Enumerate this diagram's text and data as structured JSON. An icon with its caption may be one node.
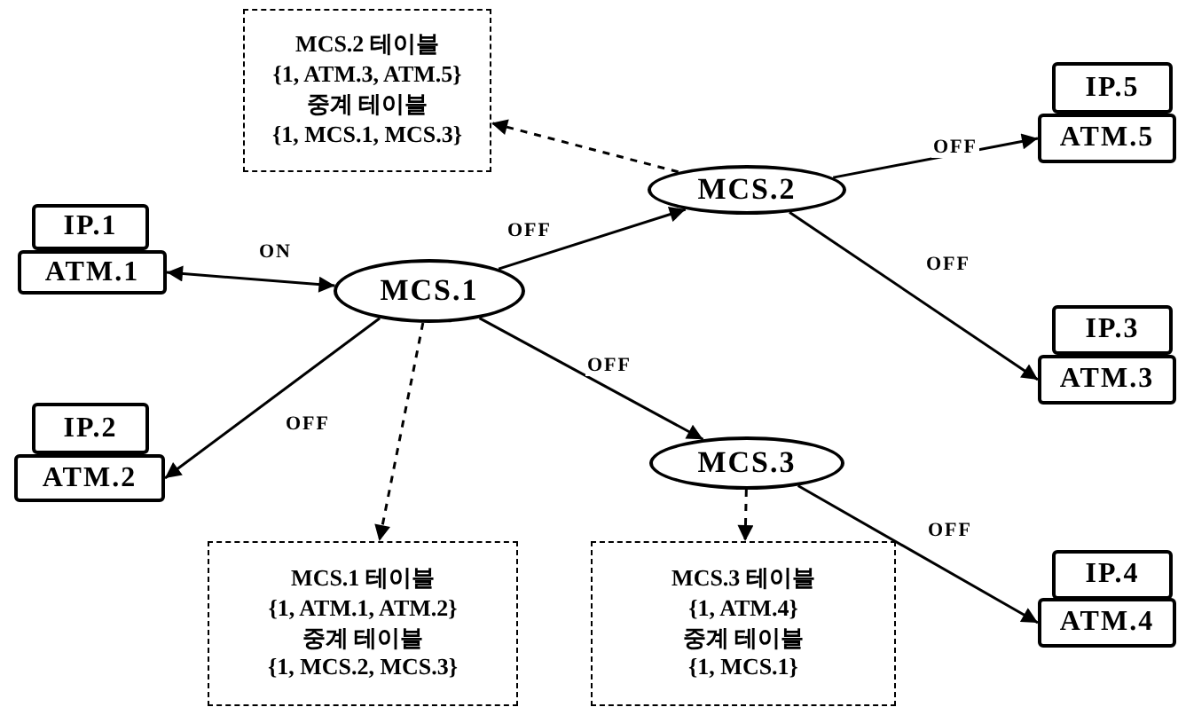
{
  "diagram": {
    "nodes": [
      {
        "text": [
          "MCS.2 테이블",
          "{1, ATM.3, ATM.5}",
          "중계 테이블",
          "{1, MCS.1, MCS.3}"
        ]
      },
      {
        "text": [
          "IP.1"
        ]
      },
      {
        "text": [
          "ATM.1"
        ]
      },
      {
        "text": [
          "MCS.1"
        ]
      },
      {
        "text": [
          "MCS.2"
        ]
      },
      {
        "text": [
          "IP.5"
        ]
      },
      {
        "text": [
          "ATM.5"
        ]
      },
      {
        "text": [
          "IP.3"
        ]
      },
      {
        "text": [
          "ATM.3"
        ]
      },
      {
        "text": [
          "IP.2"
        ]
      },
      {
        "text": [
          "ATM.2"
        ]
      },
      {
        "text": [
          "MCS.3"
        ]
      },
      {
        "text": [
          "MCS.1 테이블",
          "{1, ATM.1, ATM.2}",
          "중계 테이블",
          "{1, MCS.2, MCS.3}"
        ]
      },
      {
        "text": [
          "MCS.3 테이블",
          "{1, ATM.4}",
          "중계 테이블",
          "{1, MCS.1}"
        ]
      },
      {
        "text": [
          "IP.4"
        ]
      },
      {
        "text": [
          "ATM.4"
        ]
      }
    ],
    "edges": [
      {
        "from": 2,
        "to": 3,
        "arrow": "both",
        "label": "ON"
      },
      {
        "from": 3,
        "to": 4,
        "arrow": "to",
        "label": "OFF"
      },
      {
        "from": 3,
        "to": 10,
        "arrow": "to",
        "label": "OFF"
      },
      {
        "from": 3,
        "to": 11,
        "arrow": "to",
        "label": "OFF"
      },
      {
        "from": 3,
        "to": 12,
        "arrow": "to",
        "style": "dashed"
      },
      {
        "from": 4,
        "to": 0,
        "arrow": "to",
        "style": "dashed"
      },
      {
        "from": 4,
        "to": 6,
        "arrow": "to",
        "label": "OFF"
      },
      {
        "from": 4,
        "to": 8,
        "arrow": "to",
        "label": "OFF"
      },
      {
        "from": 11,
        "to": 15,
        "arrow": "to",
        "label": "OFF"
      },
      {
        "from": 11,
        "to": 13,
        "arrow": "to",
        "style": "dashed"
      }
    ]
  }
}
